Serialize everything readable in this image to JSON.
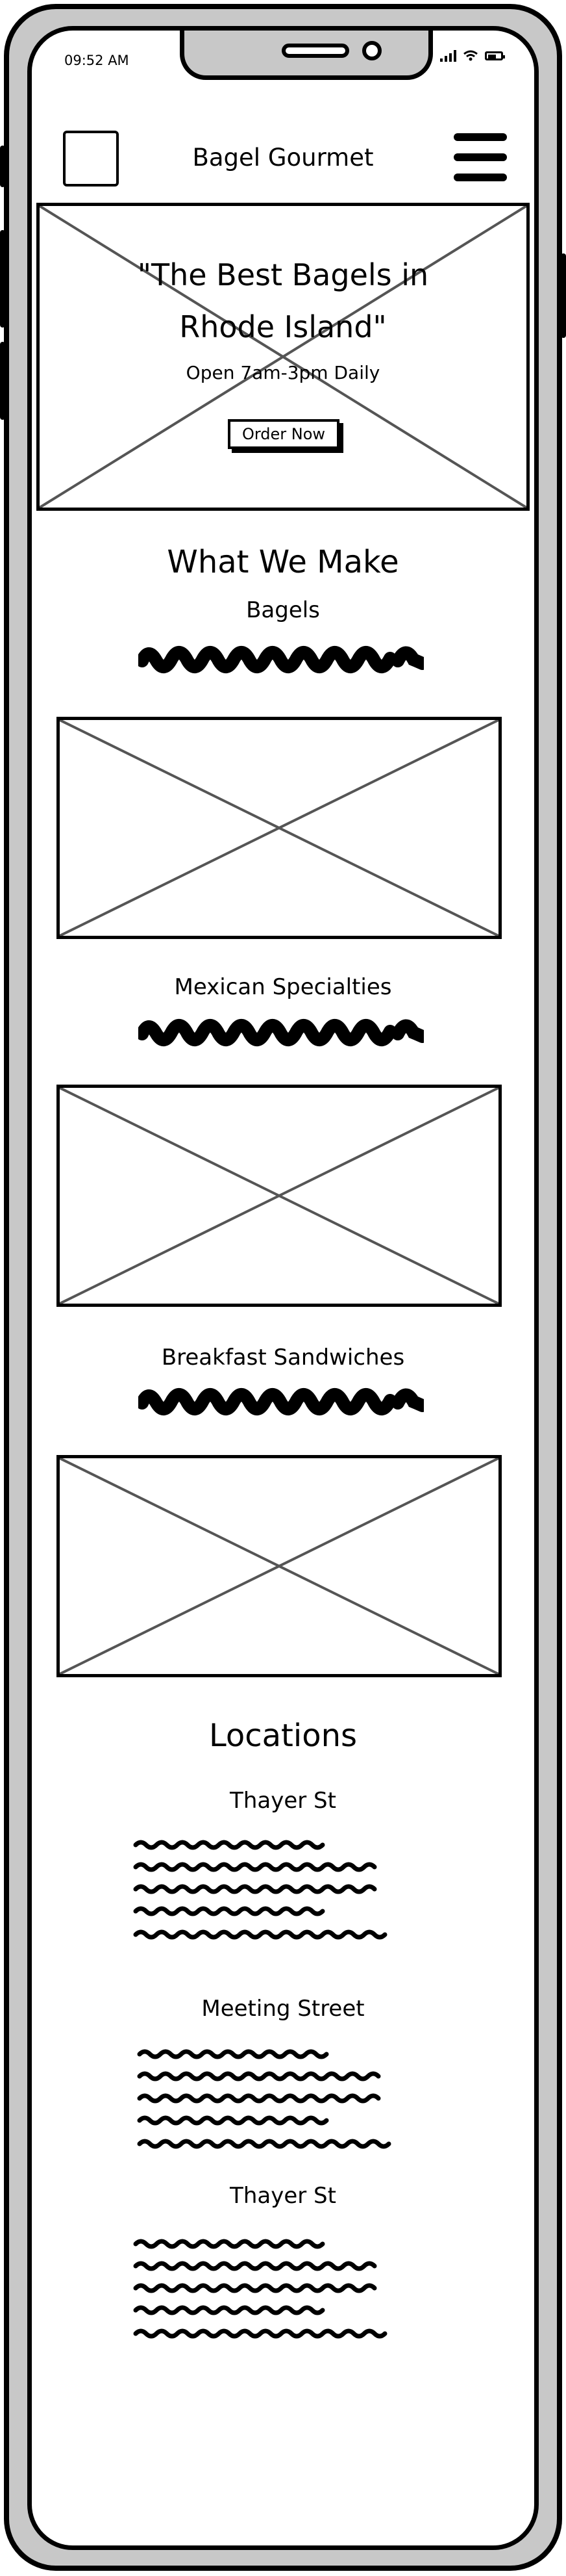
{
  "status_bar": {
    "time": "09:52 AM"
  },
  "header": {
    "site_title": "Bagel Gourmet"
  },
  "hero": {
    "headline_line1": "\"The Best Bagels in",
    "headline_line2": "Rhode Island\"",
    "hours": "Open 7am-3pm Daily",
    "cta_label": "Order Now"
  },
  "menu_section": {
    "title": "What We Make",
    "items": [
      {
        "label": "Bagels"
      },
      {
        "label": "Mexican Specialties"
      },
      {
        "label": "Breakfast Sandwiches"
      }
    ]
  },
  "locations": {
    "title": "Locations",
    "items": [
      {
        "name": "Thayer St"
      },
      {
        "name": "Meeting Street"
      },
      {
        "name": "Thayer St"
      }
    ]
  }
}
